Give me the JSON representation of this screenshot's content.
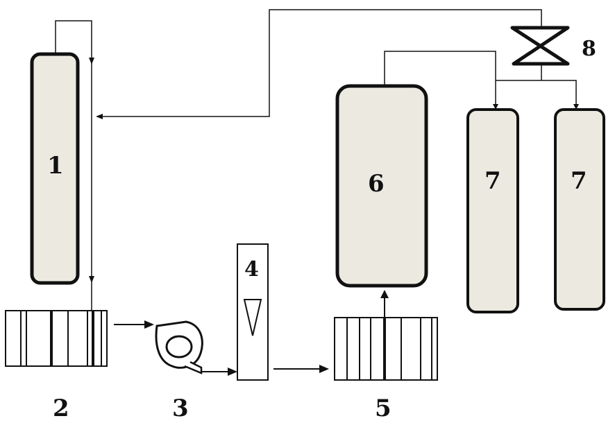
{
  "components": {
    "column": {
      "label": "1"
    },
    "feed_tank": {
      "label": "2"
    },
    "pump": {
      "label": "3"
    },
    "flowmeter": {
      "label": "4"
    },
    "collection_tank": {
      "label": "5"
    },
    "vessel_large": {
      "label": "6"
    },
    "vessel_left": {
      "label": "7"
    },
    "vessel_right": {
      "label": "7"
    },
    "valve": {
      "label": "8"
    }
  }
}
